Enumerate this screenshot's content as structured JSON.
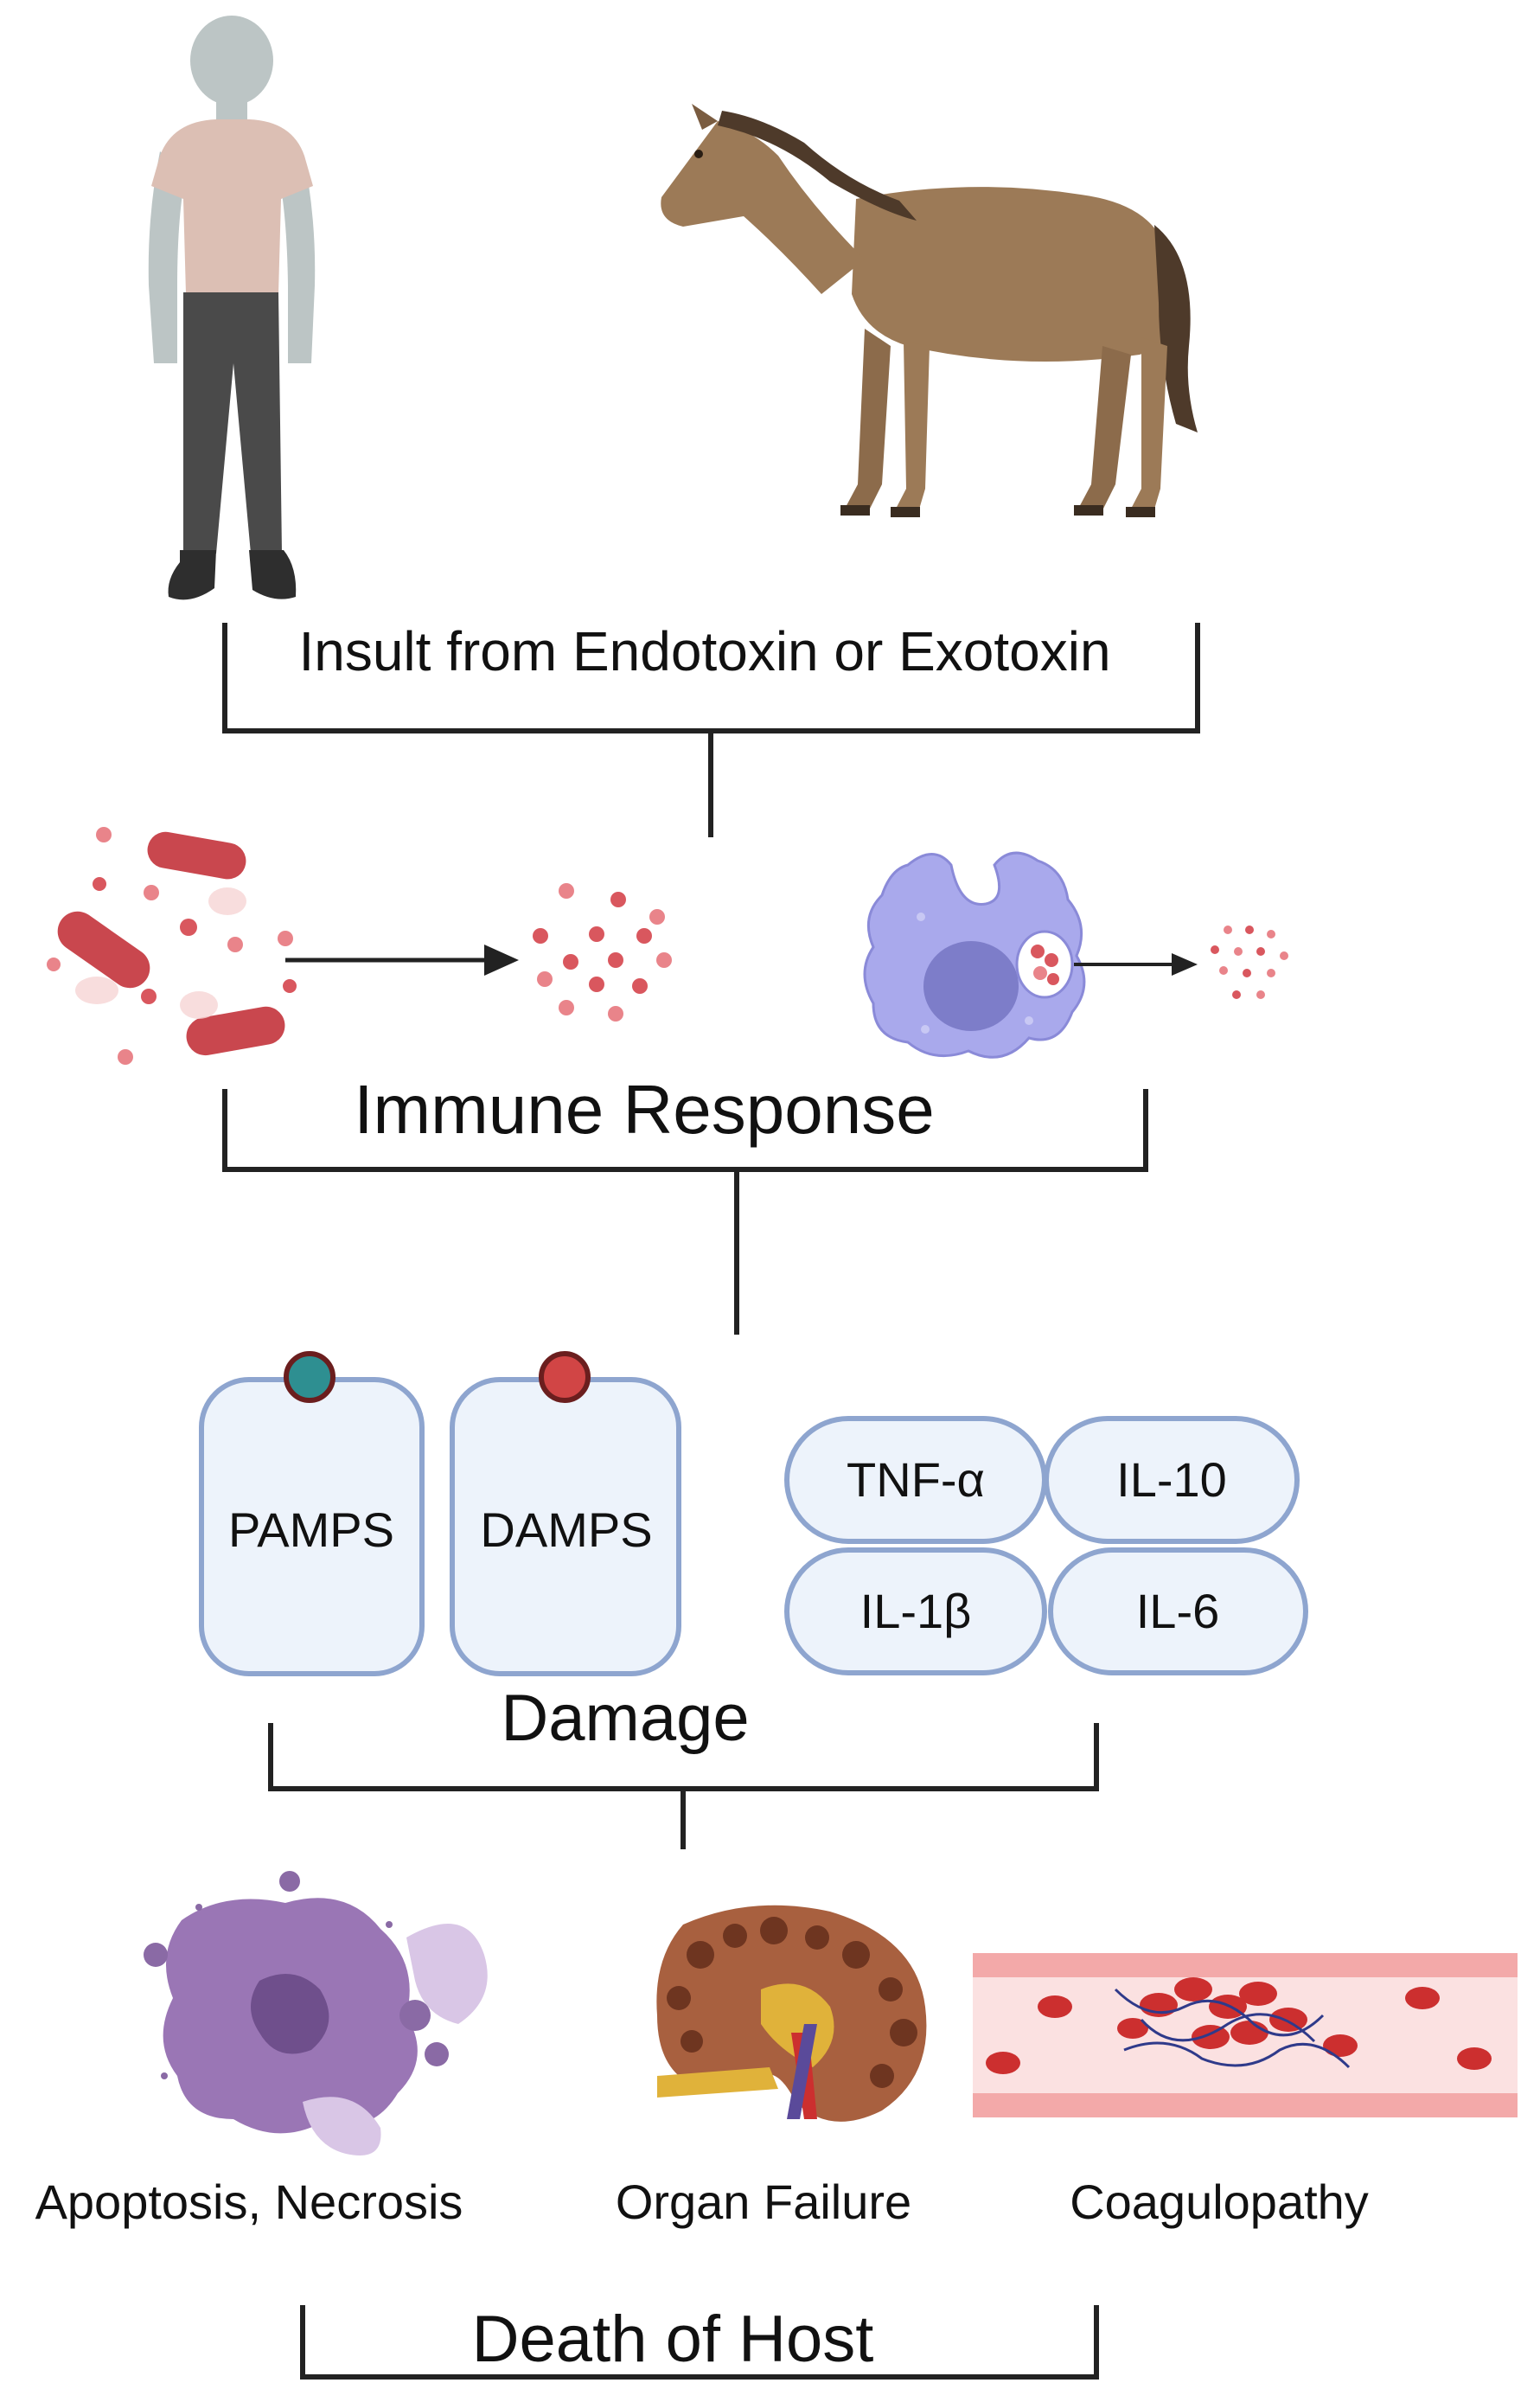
{
  "stages": {
    "insult": "Insult from Endotoxin or Exotoxin",
    "immune": "Immune Response",
    "damage": "Damage",
    "death": "Death of Host"
  },
  "patterns": {
    "pamps": "PAMPS",
    "damps": "DAMPS"
  },
  "cytokines": [
    "TNF-α",
    "IL-10",
    "IL-1β",
    "IL-6"
  ],
  "outcomes": [
    "Apoptosis, Necrosis",
    "Organ Failure",
    "Coagulopathy"
  ],
  "colors": {
    "bracket": "#222222",
    "pill_fill": "#edf3fb",
    "pill_stroke": "#8ea5cf",
    "pamps_dot": "#2e8f91",
    "damps_dot": "#d14545",
    "bacteria": "#c9474e",
    "macrophage": "#a9a9ec",
    "horse": "#9c7a57",
    "cell_purple": "#9a76b5",
    "vessel": "#f3a9a9"
  },
  "icons": [
    "human-figure-icon",
    "horse-icon",
    "bacteria-lysis-icon",
    "macrophage-icon",
    "apoptotic-cell-icon",
    "kidney-icon",
    "blood-vessel-clot-icon"
  ]
}
